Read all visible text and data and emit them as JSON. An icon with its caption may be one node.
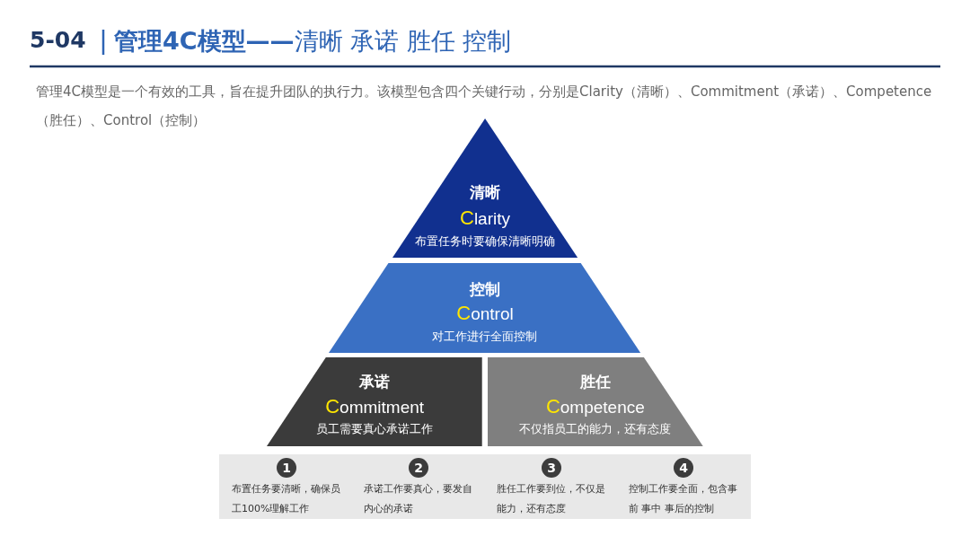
{
  "diagram": {
    "title": "**管理4C模型——**清晰 承诺 胜任 控制",
    "nodes": [
      {
        "text": [
          "清晰",
          "Clarity",
          "布置任务时要确保清晰明确"
        ]
      },
      {
        "text": [
          "控制",
          "Control",
          "对工作进行全面控制"
        ]
      },
      {
        "text": [
          "承诺",
          "Commitment",
          "员工需要真心承诺工作"
        ]
      },
      {
        "text": [
          "胜任",
          "Competence",
          "不仅指员工的能力，还有态度"
        ]
      }
    ],
    "labels": [
      "5-04",
      "管理4C模型是一个有效的工具，旨在提升团队的执行力。该模型包含四个关键行动，分别是Clarity（清晰）、Commitment（承诺）、Competence（胜任）、Control（控制）",
      "1",
      "布置任务要清晰，确保员工100%理解工作",
      "2",
      "承诺工作要真心，要发自内心的承诺",
      "3",
      "胜任工作要到位，不仅是能力，还有态度",
      "4",
      "控制工作要全面，包含事前 事中 事后的控制"
    ]
  }
}
